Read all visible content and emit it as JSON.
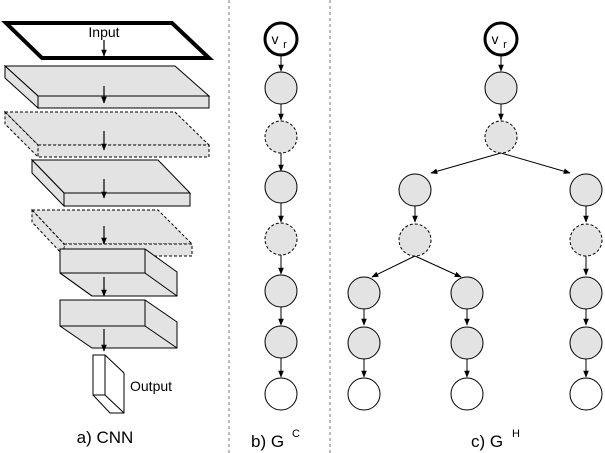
{
  "panels": {
    "cnn": {
      "caption": "a) CNN",
      "input_label": "Input",
      "output_label": "Output"
    },
    "chain": {
      "caption_main": "b) G",
      "caption_sup": "C",
      "root_label_main": "v",
      "root_label_sub": "r"
    },
    "tree": {
      "caption_main": "c) G",
      "caption_sup": "H",
      "root_label_main": "v",
      "root_label_sub": "r"
    }
  },
  "colors": {
    "node_fill": "#e3e3e3",
    "leaf_fill": "#ffffff",
    "stroke": "#000000",
    "divider": "#777777"
  }
}
